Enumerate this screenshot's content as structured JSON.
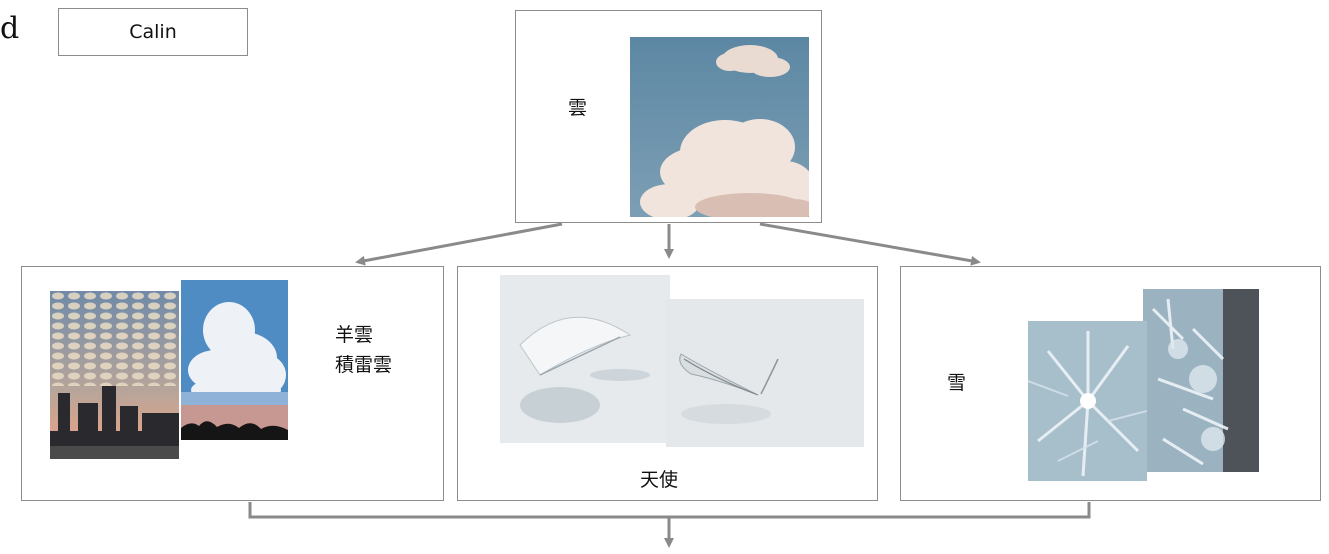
{
  "panel_letter": "d",
  "participant_name": "Calin",
  "top": {
    "word": "雲",
    "photo": "clouds-photo"
  },
  "children": [
    {
      "words": [
        "羊雲",
        "積雷雲"
      ],
      "photos": [
        "altocumulus-city-photo",
        "cumulonimbus-photo"
      ]
    },
    {
      "word": "天使",
      "photos": [
        "feather-photo",
        "feather-reflection-photo"
      ]
    },
    {
      "word": "雪",
      "photos": [
        "ice-crystals-photo",
        "frost-photo"
      ]
    }
  ],
  "colors": {
    "border": "#8c8c8c",
    "arrow": "#8a8a8a",
    "sky": "#5f8aa6"
  }
}
